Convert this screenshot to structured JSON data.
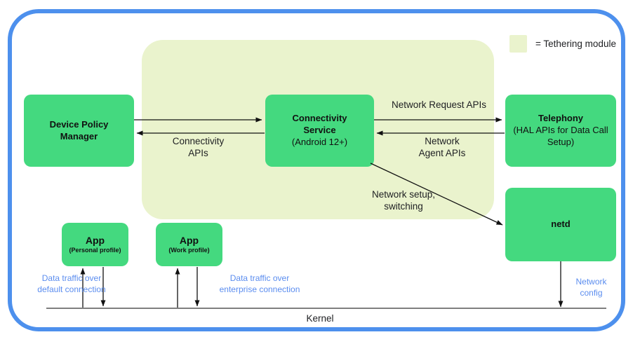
{
  "diagram": {
    "legend": {
      "swatch_name": "tethering-module-swatch",
      "label": "= Tethering module",
      "swatch_color": "#eaf3cd"
    },
    "colors": {
      "device_border": "#4d90ed",
      "component_box": "#44d97f",
      "tethering_region": "#eaf3cd",
      "annotation_text": "#5b8def",
      "edge_text": "#202124"
    },
    "boxes": [
      {
        "id": "device-policy-manager",
        "title": "Device Policy",
        "title2": "Manager",
        "sub": ""
      },
      {
        "id": "connectivity-service",
        "title": "Connectivity",
        "title2": "Service",
        "sub": "(Android 12+)"
      },
      {
        "id": "telephony",
        "title": "Telephony",
        "title2": "",
        "sub": "(HAL APIs for Data\nCall Setup)"
      },
      {
        "id": "netd",
        "title": "netd",
        "title2": "",
        "sub": ""
      },
      {
        "id": "app-personal",
        "title": "App",
        "title2": "",
        "sub": "(Personal profile)"
      },
      {
        "id": "app-work",
        "title": "App",
        "title2": "",
        "sub": "(Work profile)"
      }
    ],
    "edge_labels": {
      "connectivity_apis": "Connectivity\nAPIs",
      "network_request_apis": "Network Request APIs",
      "network_agent_apis": "Network\nAgent APIs",
      "network_setup_switching": "Network setup,\nswitching"
    },
    "annotations": {
      "default_connection": "Data traffic over\ndefault connection",
      "enterprise_connection": "Data traffic over\nenterprise connection",
      "network_config": "Network\nconfig"
    },
    "kernel": {
      "label": "Kernel"
    }
  }
}
